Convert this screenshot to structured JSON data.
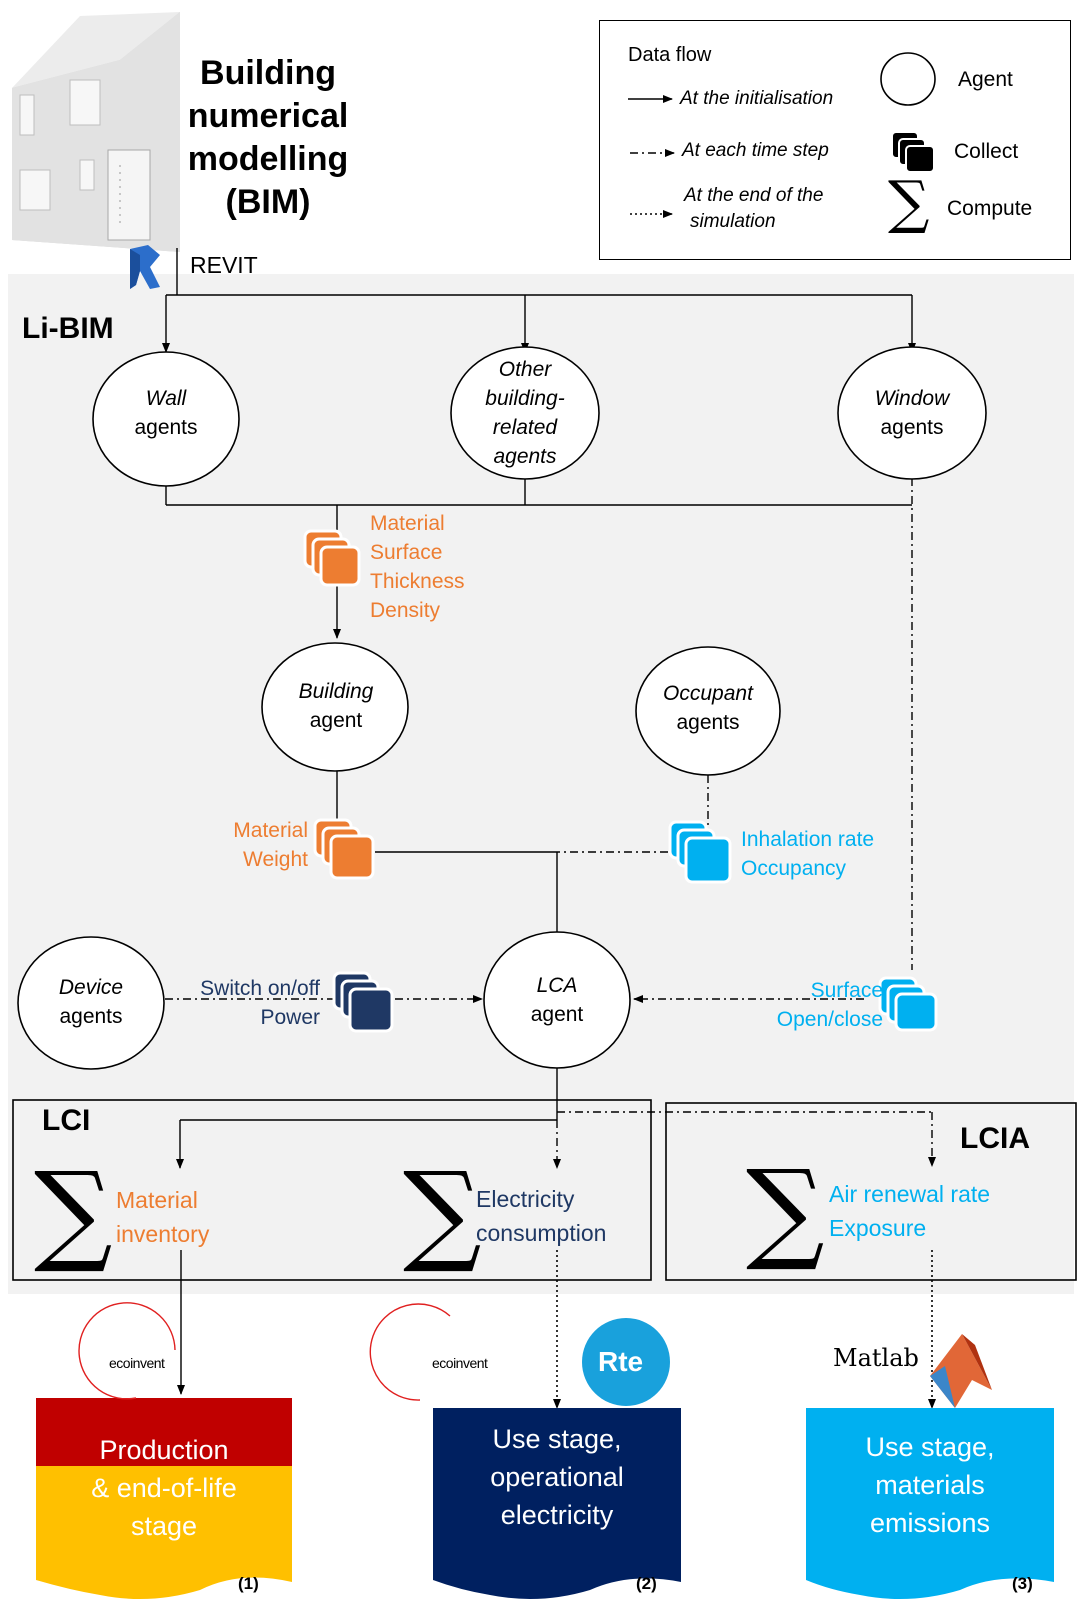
{
  "header": {
    "bim_title_lines": [
      "Building",
      "numerical",
      "modelling",
      "(BIM)"
    ],
    "revit_label": "REVIT",
    "libim_label": "Li-BIM"
  },
  "legend": {
    "title": "Data flow",
    "init": "At the initialisation",
    "step": "At each time step",
    "end_line1": "At the end of the",
    "end_line2": "simulation",
    "agent": "Agent",
    "collect": "Collect",
    "compute": "Compute"
  },
  "agents": {
    "wall": {
      "line1": "Wall",
      "line2": "agents"
    },
    "other": {
      "line1": "Other",
      "line2": "building-",
      "line3": "related",
      "line4": "agents"
    },
    "window": {
      "line1": "Window",
      "line2": "agents"
    },
    "building": {
      "line1": "Building",
      "line2": "agent"
    },
    "occupant": {
      "line1": "Occupant",
      "line2": "agents"
    },
    "device": {
      "line1": "Device",
      "line2": "agents"
    },
    "lca": {
      "line1": "LCA",
      "line2": "agent"
    }
  },
  "collections": {
    "building_props": [
      "Material",
      "Surface",
      "Thickness",
      "Density"
    ],
    "building_output": [
      "Material",
      "Weight"
    ],
    "occupant_output": [
      "Inhalation rate",
      "Occupancy"
    ],
    "device_output": [
      "Switch on/off",
      "Power"
    ],
    "window_output": [
      "Surface",
      "Open/close"
    ]
  },
  "lci": {
    "label": "LCI",
    "material": [
      "Material",
      "inventory"
    ],
    "electricity": [
      "Electricity",
      "consumption"
    ]
  },
  "lcia": {
    "label": "LCIA",
    "items": [
      "Air renewal rate",
      "Exposure"
    ]
  },
  "sources": {
    "ecoinvent": "ecoinvent",
    "rte": "Rte",
    "matlab": "Matlab"
  },
  "stages": {
    "s1": {
      "lines": [
        "Production",
        "& end-of-life",
        "stage"
      ],
      "num": "(1)"
    },
    "s2": {
      "lines": [
        "Use stage,",
        "operational",
        "electricity"
      ],
      "num": "(2)"
    },
    "s3": {
      "lines": [
        "Use  stage,",
        "materials",
        "emissions"
      ],
      "num": "(3)"
    }
  },
  "colors": {
    "orange": "#ed7d31",
    "cyan": "#00b0f0",
    "navy": "#1f3864",
    "stage_red": "#c00000",
    "stage_yellow": "#ffc000",
    "panel_gray": "#f2f2f2"
  }
}
